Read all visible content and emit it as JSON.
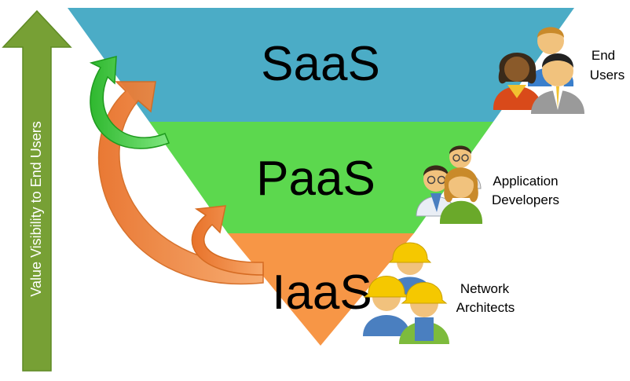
{
  "axis": {
    "label": "Value Visibility to End Users"
  },
  "tiers": [
    {
      "id": "saas",
      "label": "SaaS",
      "color": "#4bacc6"
    },
    {
      "id": "paas",
      "label": "PaaS",
      "color": "#5cd84e"
    },
    {
      "id": "iaas",
      "label": "IaaS",
      "color": "#f79646"
    }
  ],
  "roles": [
    {
      "id": "end-users",
      "lines": [
        "End",
        "Users"
      ]
    },
    {
      "id": "application-developers",
      "lines": [
        "Application",
        "Developers"
      ]
    },
    {
      "id": "network-architects",
      "lines": [
        "Network",
        "Architects"
      ]
    }
  ],
  "colors": {
    "axis_arrow": "#77a035",
    "green_arrow": "#3cc83c",
    "orange_arrow": "#f08a3c"
  }
}
